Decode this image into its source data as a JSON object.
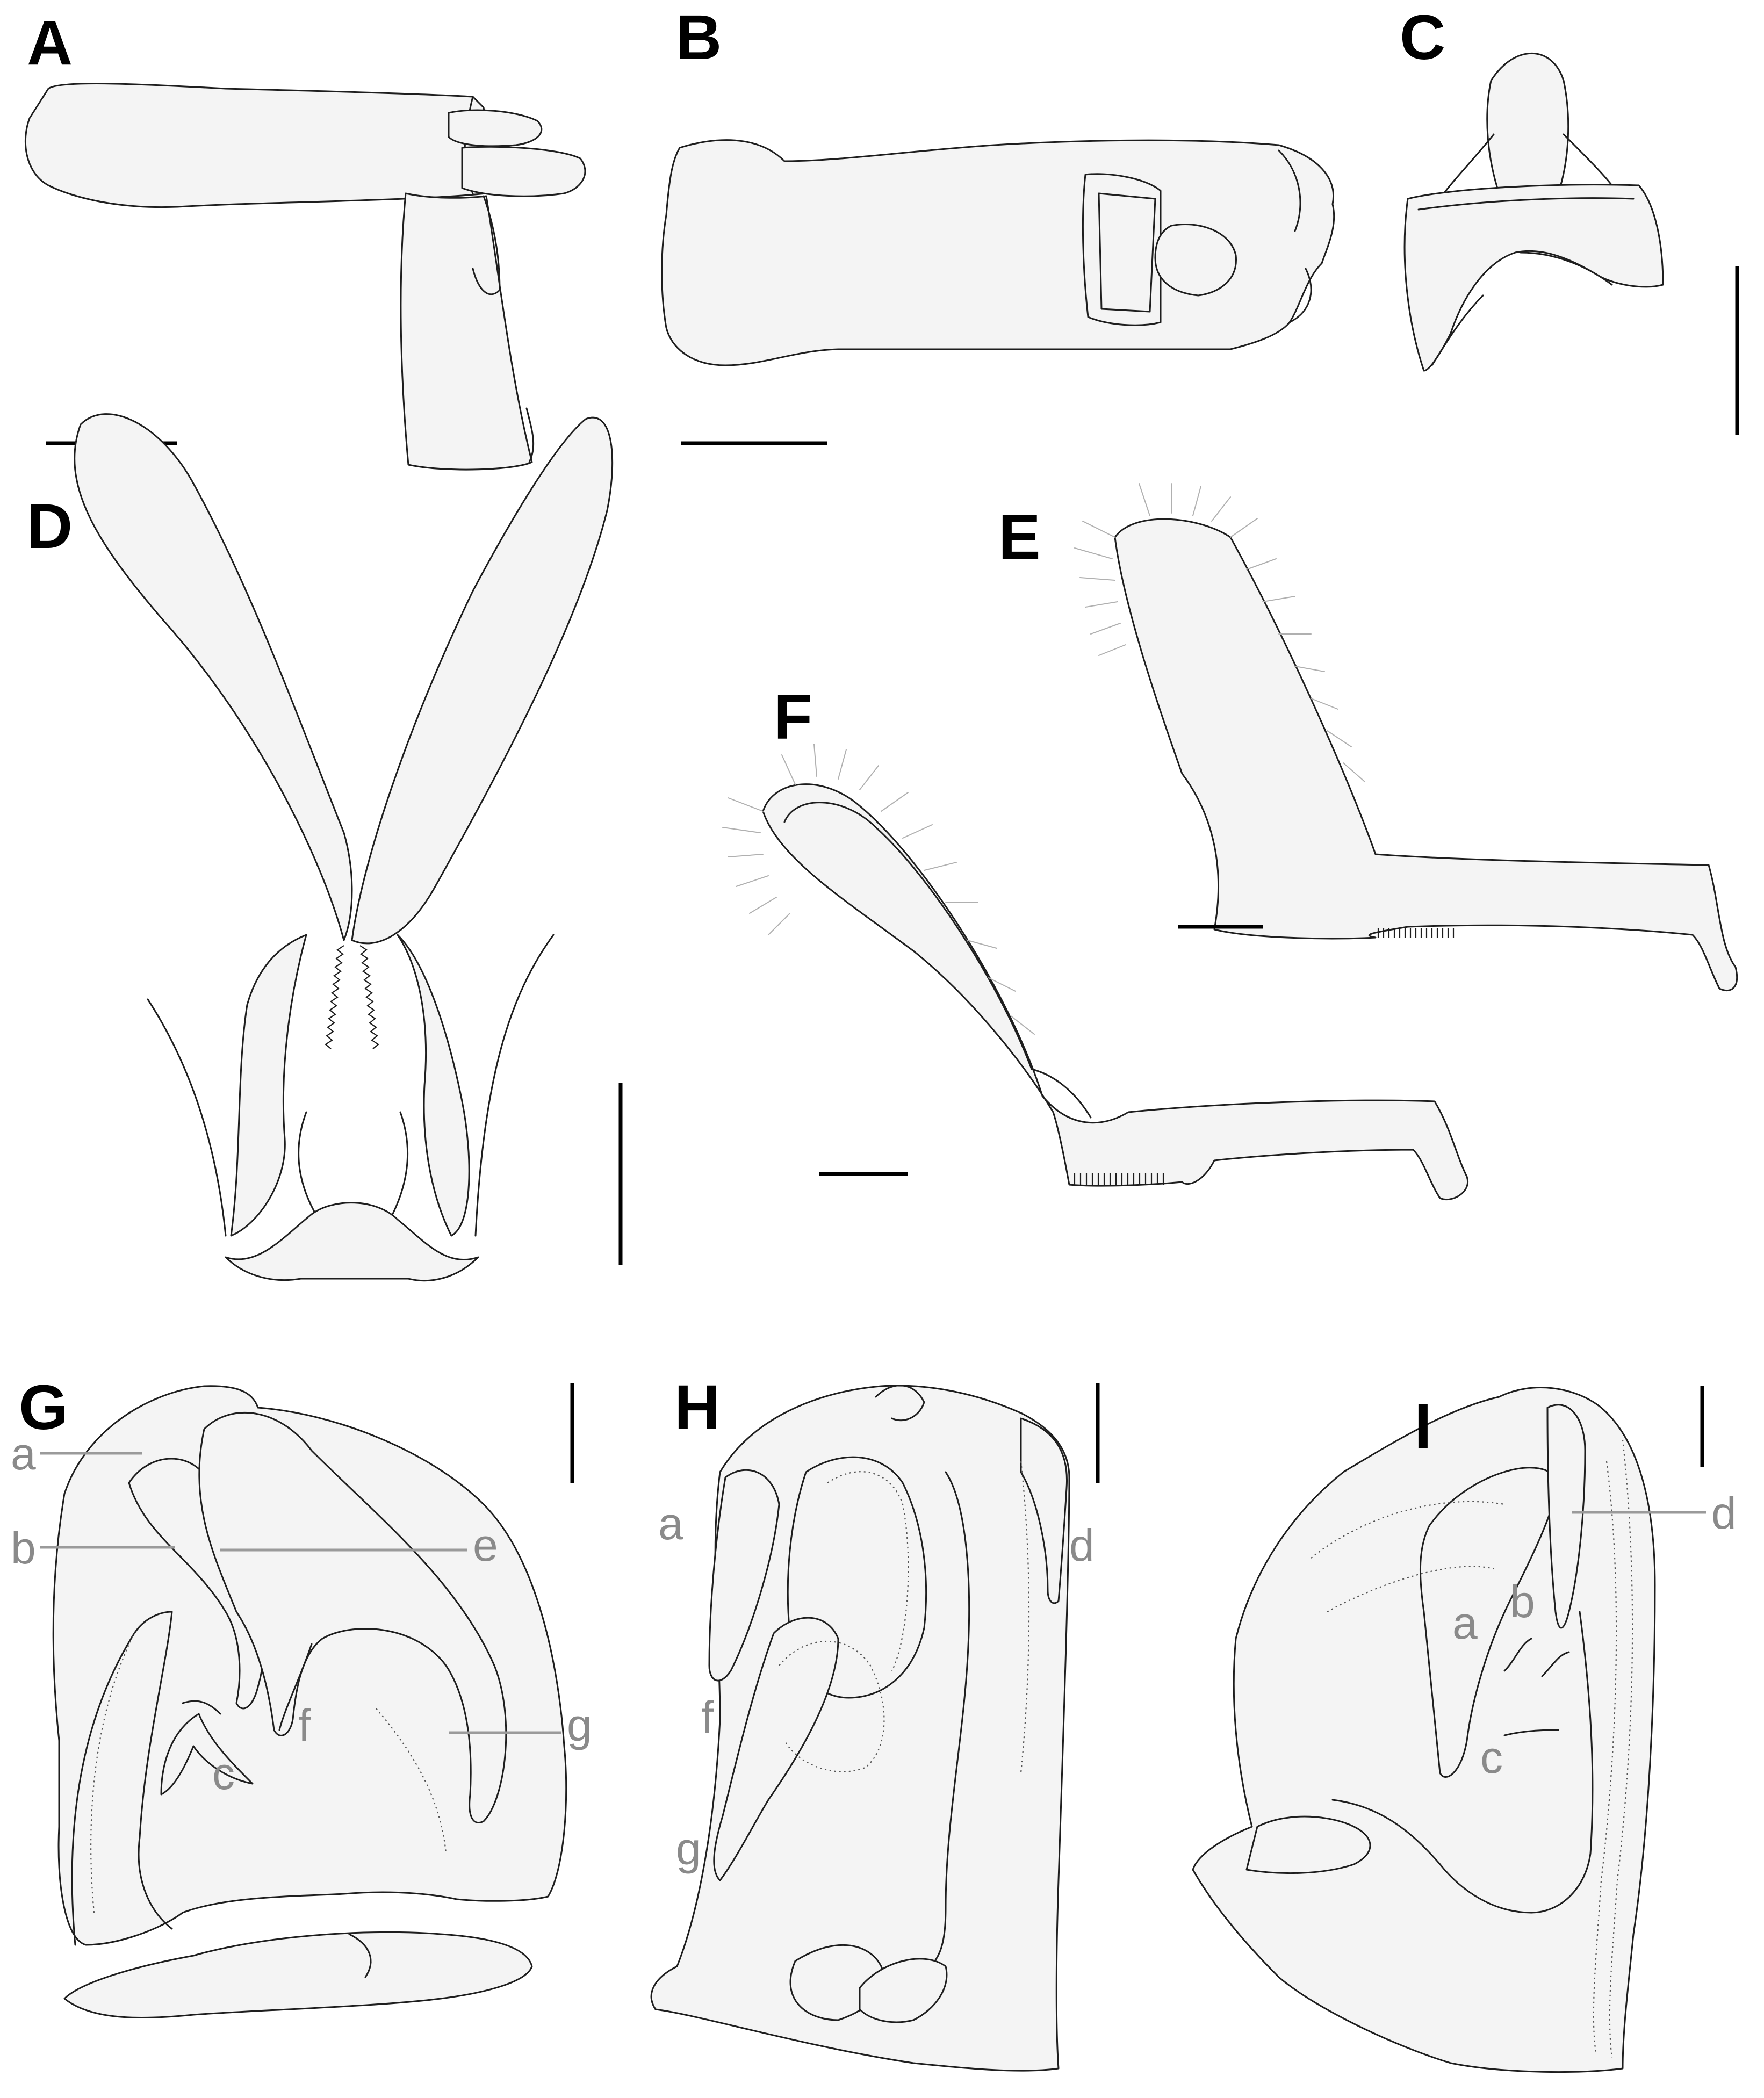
{
  "panels": [
    {
      "label": "A"
    },
    {
      "label": "B"
    },
    {
      "label": "C"
    },
    {
      "label": "D"
    },
    {
      "label": "E"
    },
    {
      "label": "F"
    },
    {
      "label": "G"
    },
    {
      "label": "H"
    },
    {
      "label": "I"
    }
  ],
  "annotations": {
    "G": [
      "a",
      "b",
      "c",
      "e",
      "f",
      "g"
    ],
    "H": [
      "a",
      "d",
      "f",
      "g"
    ],
    "I": [
      "a",
      "b",
      "c",
      "d"
    ]
  },
  "colors": {
    "ink": "#1e1e1e",
    "fill": "#f4f4f4",
    "structure_label": "#8a8a8a",
    "panel_label": "#000000",
    "background": "#ffffff"
  }
}
